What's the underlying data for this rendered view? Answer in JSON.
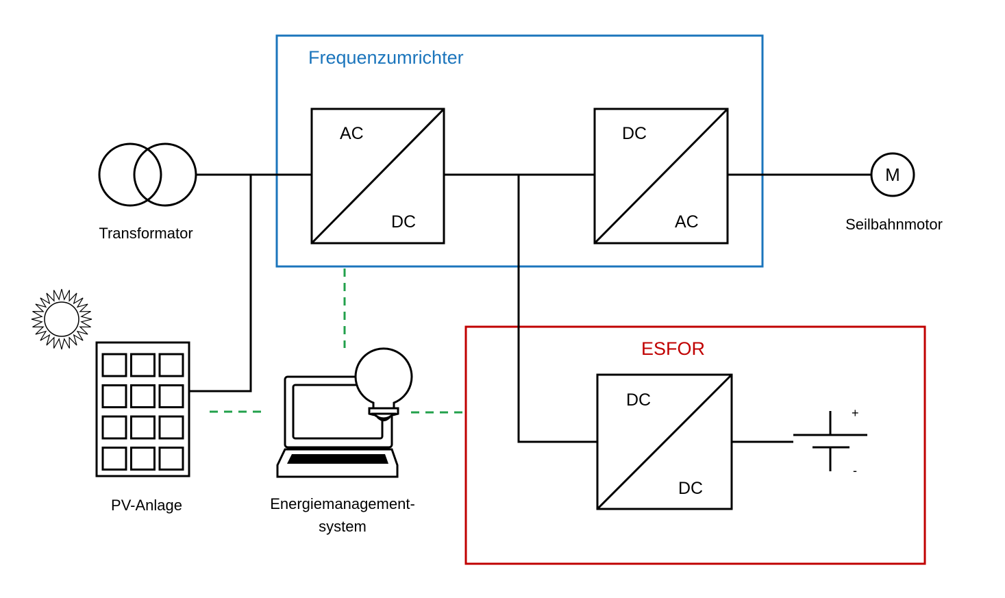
{
  "colors": {
    "line": "#000000",
    "frequency_converter_frame": "#1b75bc",
    "esfor_frame": "#c00000",
    "communication_link": "#22a04b"
  },
  "frequency_converter": {
    "title": "Frequenzumrichter",
    "rectifier": {
      "top_label": "AC",
      "bottom_label": "DC"
    },
    "inverter": {
      "top_label": "DC",
      "bottom_label": "AC"
    }
  },
  "esfor": {
    "title": "ESFOR",
    "converter": {
      "top_label": "DC",
      "bottom_label": "DC"
    },
    "battery": {
      "plus": "+",
      "minus": "-"
    }
  },
  "transformer": {
    "label": "Transformator",
    "icon": "transformer-icon"
  },
  "motor": {
    "symbol": "M",
    "label": "Seilbahnmotor",
    "icon": "motor-icon"
  },
  "pv": {
    "label": "PV-Anlage",
    "icon": "solar-panel-icon",
    "sun_icon": "sun-icon"
  },
  "ems": {
    "label_line1": "Energiemanagement-",
    "label_line2": "system",
    "icon": "laptop-lightbulb-icon"
  }
}
